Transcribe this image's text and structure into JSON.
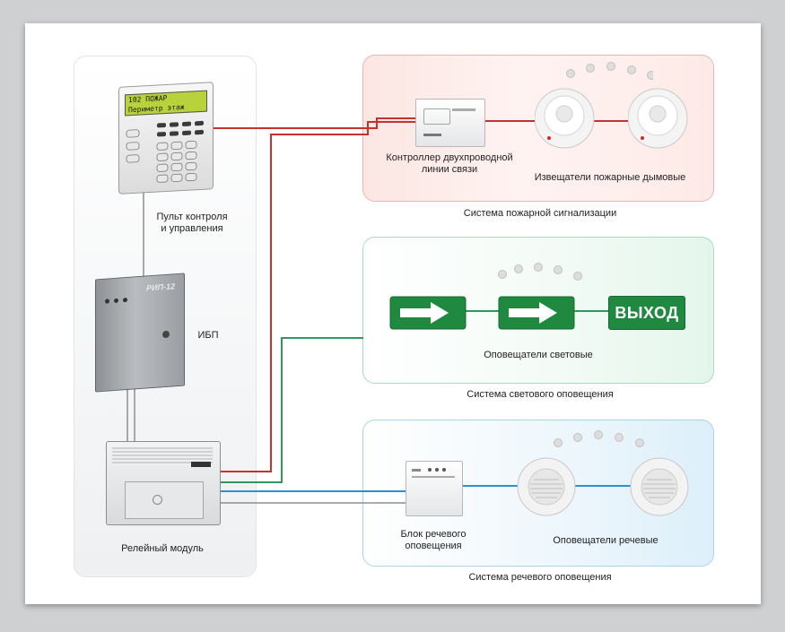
{
  "left_column": {
    "keypad": {
      "lcd_line1": "102  ПОЖАР",
      "lcd_line2": "Периметр  этаж",
      "label_line1": "Пульт контроля",
      "label_line2": "и управления"
    },
    "ups": {
      "brand": "РИП-12",
      "label": "ИБП"
    },
    "relay": {
      "label": "Релейный модуль"
    }
  },
  "fire_system": {
    "controller_label_line1": "Контроллер двухпроводной",
    "controller_label_line2": "линии связи",
    "detectors_label": "Извещатели пожарные дымовые",
    "caption": "Система пожарной сигнализации"
  },
  "light_system": {
    "exit_sign_text": "ВЫХОД",
    "signals_label": "Оповещатели световые",
    "caption": "Система светового оповещения"
  },
  "voice_system": {
    "block_label_line1": "Блок речевого",
    "block_label_line2": "оповещения",
    "speakers_label": "Оповещатели речевые",
    "caption": "Система речевого оповещения"
  },
  "colors": {
    "fire_line": "#c8322c",
    "light_line": "#2e9a5a",
    "voice_line": "#2f8fcf",
    "neutral_line": "#8e8e8e",
    "exit_green": "#1f8a3f"
  }
}
